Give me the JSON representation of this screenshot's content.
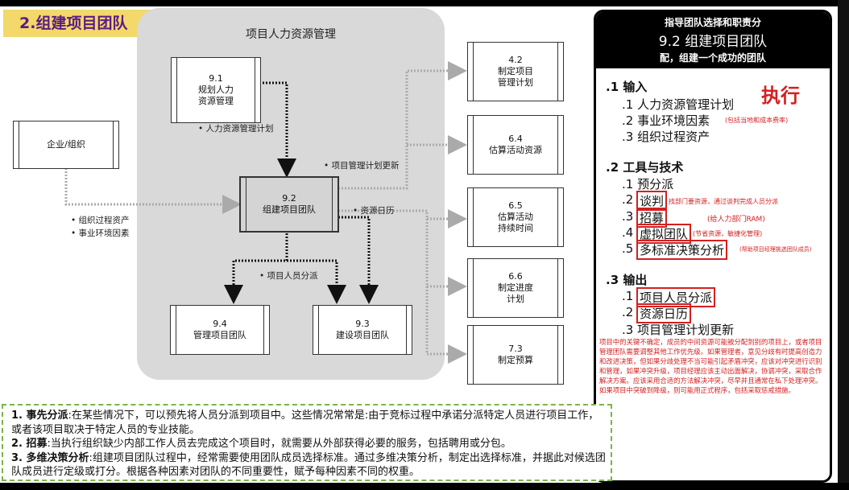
{
  "section_title": "2.组建项目团队",
  "hr_panel_title": "项目人力资源管理",
  "boxes": {
    "b91": "9.1\n规划人力\n资源管理",
    "org": "企业/组织",
    "b92": "9.2\n组建项目团队",
    "b94": "9.4\n管理项目团队",
    "b93": "9.3\n建设项目团队",
    "b42": "4.2\n制定项目\n管理计划",
    "b64": "6.4\n估算活动资源",
    "b65": "6.5\n估算活动\n持续时间",
    "b66": "6.6\n制定进度\n计划",
    "b73": "7.3\n制定预算"
  },
  "labels": {
    "hr_plan": "• 人力资源管理计划",
    "pm_plan_update": "• 项目管理计划更新",
    "resource_calendar": "• 资源日历",
    "org_assets": "• 组织过程资产",
    "env_factors": "• 事业环境因素",
    "staff_assign": "• 项目人员分派"
  },
  "right_panel": {
    "header_line1": "指导团队选择和职责分",
    "header_line2": "9.2 组建项目团队",
    "header_line3": "配，组建一个成功的团队",
    "exec": "执行",
    "input_title": ".1 输入",
    "inputs": [
      ".1 人力资源管理计划",
      ".2 事业环境因素",
      ".3 组织过程资产"
    ],
    "input_note": "(包括当地和成本费率)",
    "tools_title": ".2 工具与技术",
    "tools": [
      ".1 预分派",
      ".2",
      ".3",
      ".4",
      ".5"
    ],
    "tool_names": [
      "谈判",
      "招募",
      "虚拟团队",
      "多标准决策分析"
    ],
    "tool_notes": [
      "找部门要资源，通过谈判完成人员分派",
      "(给人力部门RAM)",
      "(节省资源，敏捷化管理)",
      "(帮助项目经理挑选团队成员)"
    ],
    "output_title": ".3 输出",
    "outputs_prefix": [
      ".1",
      ".2"
    ],
    "output_names": [
      "项目人员分派",
      "资源日历"
    ],
    "output3": ".3 项目管理计划更新",
    "red_paragraph": "项目中的关键不确定，成员的中间资源可能被分配到别的项目上，或者项目管理团队需要调整其他工作优先级。如果管理者，意见分歧有时提高创造力和改进决策，但如果分歧处理不当可能引起矛盾冲突，应该对冲突进行识别和管理，如果冲突升级，项目经理应该主动出面解决，协调冲突，采取合作解决方案。应该采用合适的方法解决冲突，尽早并且通常在私下处理冲突。如果项目中突破到降级，则可能用正式程序，包括采取惩戒措施。"
  },
  "notes": {
    "n1_title": "1. 事先分派",
    "n1_text": ":在某些情况下，可以预先将人员分派到项目中。这些情况常常是:由于竞标过程中承诺分派特定人员进行项目工作，或者该项目取决于特定人员的专业技能。",
    "n2_title": "2. 招募",
    "n2_text": ":当执行组织缺少内部工作人员去完成这个项目时，就需要从外部获得必要的服务，包括聘用或分包。",
    "n3_title": "3. 多维决策分析",
    "n3_text": ":组建项目团队过程中，经常需要使用团队成员选择标准。通过多维决策分析，制定出选择标准，并据此对候选团队成员进行定级或打分。根据各种因素对团队的不同重要性，赋予每种因素不同的权重。"
  }
}
